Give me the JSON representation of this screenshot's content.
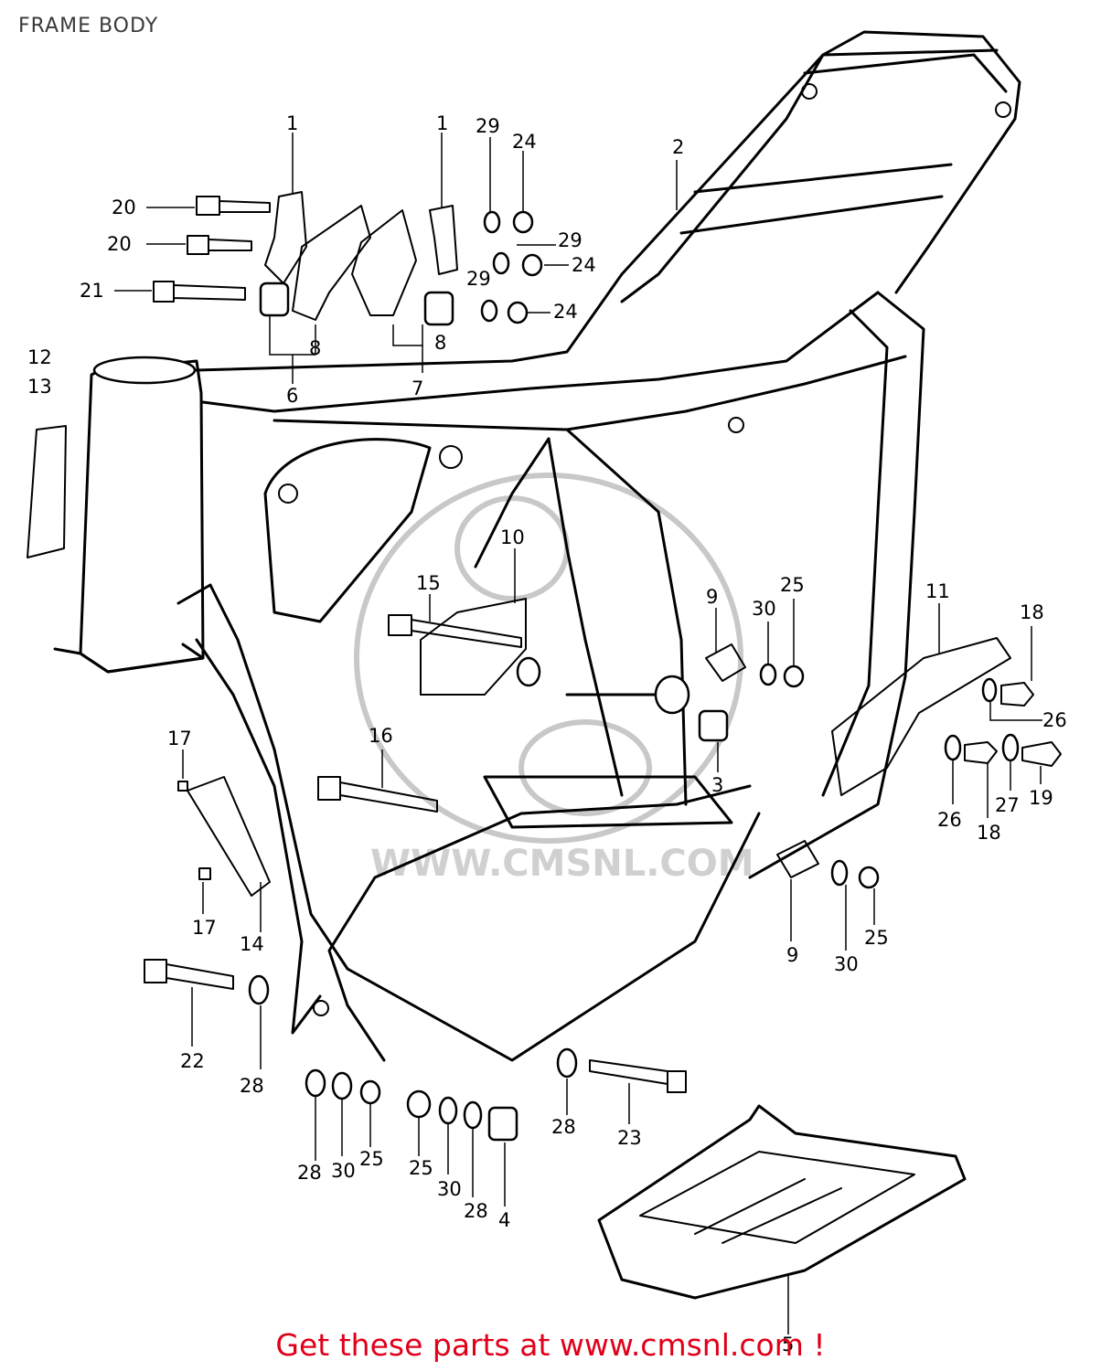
{
  "header": {
    "title": "FRAME BODY"
  },
  "watermark": {
    "text": "WWW.CMSNL.COM",
    "color": "#c8c8c8"
  },
  "footer": {
    "link_text": "Get these parts at www.cmsnl.com !",
    "color": "#e0001a"
  },
  "callouts": [
    "1",
    "1",
    "2",
    "3",
    "4",
    "5",
    "6",
    "7",
    "8",
    "8",
    "9",
    "9",
    "10",
    "11",
    "12",
    "13",
    "14",
    "15",
    "16",
    "17",
    "17",
    "18",
    "18",
    "19",
    "20",
    "20",
    "21",
    "22",
    "23",
    "24",
    "24",
    "24",
    "25",
    "25",
    "25",
    "25",
    "26",
    "26",
    "27",
    "28",
    "28",
    "28",
    "28",
    "29",
    "29",
    "29",
    "30",
    "30",
    "30",
    "30"
  ]
}
